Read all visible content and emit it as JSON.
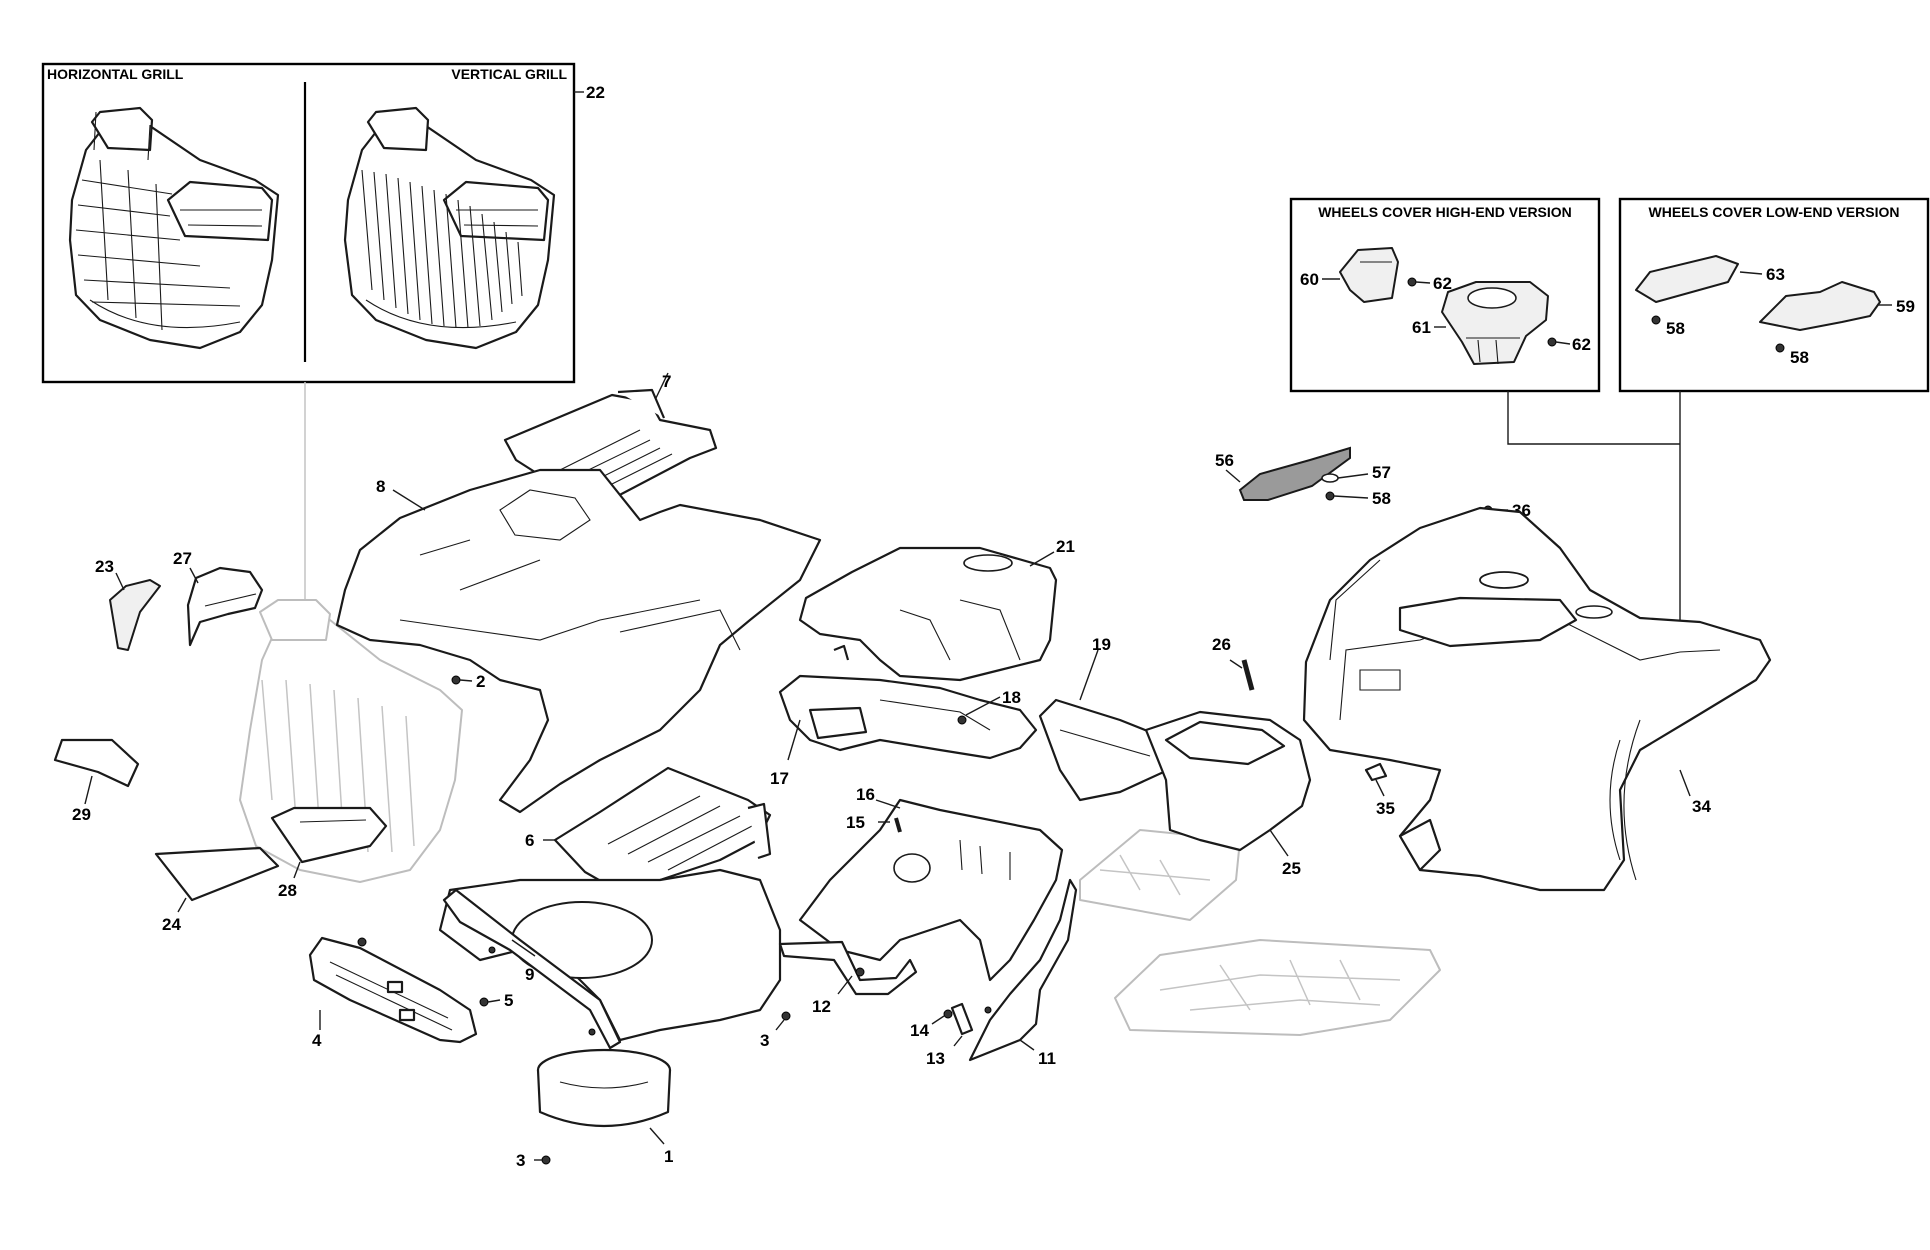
{
  "panels": {
    "horizontal_grill": "HORIZONTAL GRILL",
    "vertical_grill": "VERTICAL GRILL",
    "high_end": "WHEELS COVER HIGH-END VERSION",
    "low_end": "WHEELS COVER LOW-END VERSION"
  },
  "callouts": [
    {
      "id": "22",
      "text": "22"
    },
    {
      "id": "7",
      "text": "7"
    },
    {
      "id": "8",
      "text": "8"
    },
    {
      "id": "23",
      "text": "23"
    },
    {
      "id": "27",
      "text": "27"
    },
    {
      "id": "2",
      "text": "2"
    },
    {
      "id": "29",
      "text": "29"
    },
    {
      "id": "24",
      "text": "24"
    },
    {
      "id": "28",
      "text": "28"
    },
    {
      "id": "6",
      "text": "6"
    },
    {
      "id": "9",
      "text": "9"
    },
    {
      "id": "4",
      "text": "4"
    },
    {
      "id": "5",
      "text": "5"
    },
    {
      "id": "3a",
      "text": "3"
    },
    {
      "id": "3b",
      "text": "3"
    },
    {
      "id": "1",
      "text": "1"
    },
    {
      "id": "21",
      "text": "21"
    },
    {
      "id": "19",
      "text": "19"
    },
    {
      "id": "18",
      "text": "18"
    },
    {
      "id": "17",
      "text": "17"
    },
    {
      "id": "16",
      "text": "16"
    },
    {
      "id": "15",
      "text": "15"
    },
    {
      "id": "12",
      "text": "12"
    },
    {
      "id": "14",
      "text": "14"
    },
    {
      "id": "13",
      "text": "13"
    },
    {
      "id": "11",
      "text": "11"
    },
    {
      "id": "26",
      "text": "26"
    },
    {
      "id": "25",
      "text": "25"
    },
    {
      "id": "56",
      "text": "56"
    },
    {
      "id": "57",
      "text": "57"
    },
    {
      "id": "58a",
      "text": "58"
    },
    {
      "id": "36",
      "text": "36"
    },
    {
      "id": "35",
      "text": "35"
    },
    {
      "id": "34",
      "text": "34"
    },
    {
      "id": "60",
      "text": "60"
    },
    {
      "id": "62a",
      "text": "62"
    },
    {
      "id": "61",
      "text": "61"
    },
    {
      "id": "62b",
      "text": "62"
    },
    {
      "id": "63",
      "text": "63"
    },
    {
      "id": "59",
      "text": "59"
    },
    {
      "id": "58b",
      "text": "58"
    },
    {
      "id": "58c",
      "text": "58"
    }
  ]
}
